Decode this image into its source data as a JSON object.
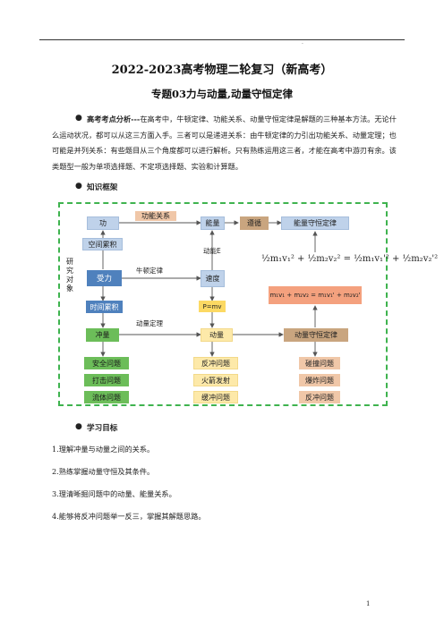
{
  "header": {
    "dot": "."
  },
  "title": "2022-2023高考物理二轮复习（新高考）",
  "subtitle": "专题03力与动量,动量守恒定律",
  "section1": {
    "label": "高考考点分析---",
    "text": "在高考中，牛顿定律、功能关系、动量守恒定律是解题的三种基本方法。无论什么运动状况，都可以从这三方面入手。三者可以是递进关系：由牛顿定律的力引出功能关系、动量定理；也可能是并列关系：有些题目从三个角度都可以进行解析。只有熟练运用这三者，才能在高考中游刃有余。该类题型一般为单项选择题、不定项选择题、实验和计算题。"
  },
  "section2": {
    "label": "知识框架"
  },
  "diagram": {
    "gong": "功",
    "gongneng_relation": "功能关系",
    "nengliang": "能量",
    "zunxun": "遵循",
    "nengliang_shouheng": "能量守恒定律",
    "kongjian_leiji": "空间累积",
    "dongneng": "动能E",
    "yanjiu_duixiang": [
      "研",
      "究",
      "对",
      "象"
    ],
    "shouli": "受力",
    "niudun": "牛顿定律",
    "sudu": "速度",
    "formula_energy": "½m₁v₁² + ½m₂v₂² = ½m₁v₁'² + ½m₂v₂'²",
    "formula_momentum": "m₁v₁ + m₂v₂ = m₁v₁' + m₂v₂'",
    "shijian_leiji": "时间累积",
    "pmv": "P=mv",
    "dongliang_dingli": "动量定理",
    "chongliang": "冲量",
    "dongliang": "动量",
    "dongliang_shouheng": "动量守恒定律",
    "left_col": [
      "安全问题",
      "打击问题",
      "流体问题"
    ],
    "mid_col": [
      "反冲问题",
      "火箭发射",
      "缓冲问题"
    ],
    "right_col": [
      "碰撞问题",
      "爆炸问题",
      "反冲问题"
    ]
  },
  "section3": {
    "label": "学习目标"
  },
  "objectives": [
    "1.理解冲量与动量之间的关系。",
    "2.熟练掌握动量守恒及其条件。",
    "3.理清晰掘问题中的动量、能量关系。",
    "4.能够将反冲问题举一反三，掌握其解题思路。"
  ],
  "page_number": "1"
}
